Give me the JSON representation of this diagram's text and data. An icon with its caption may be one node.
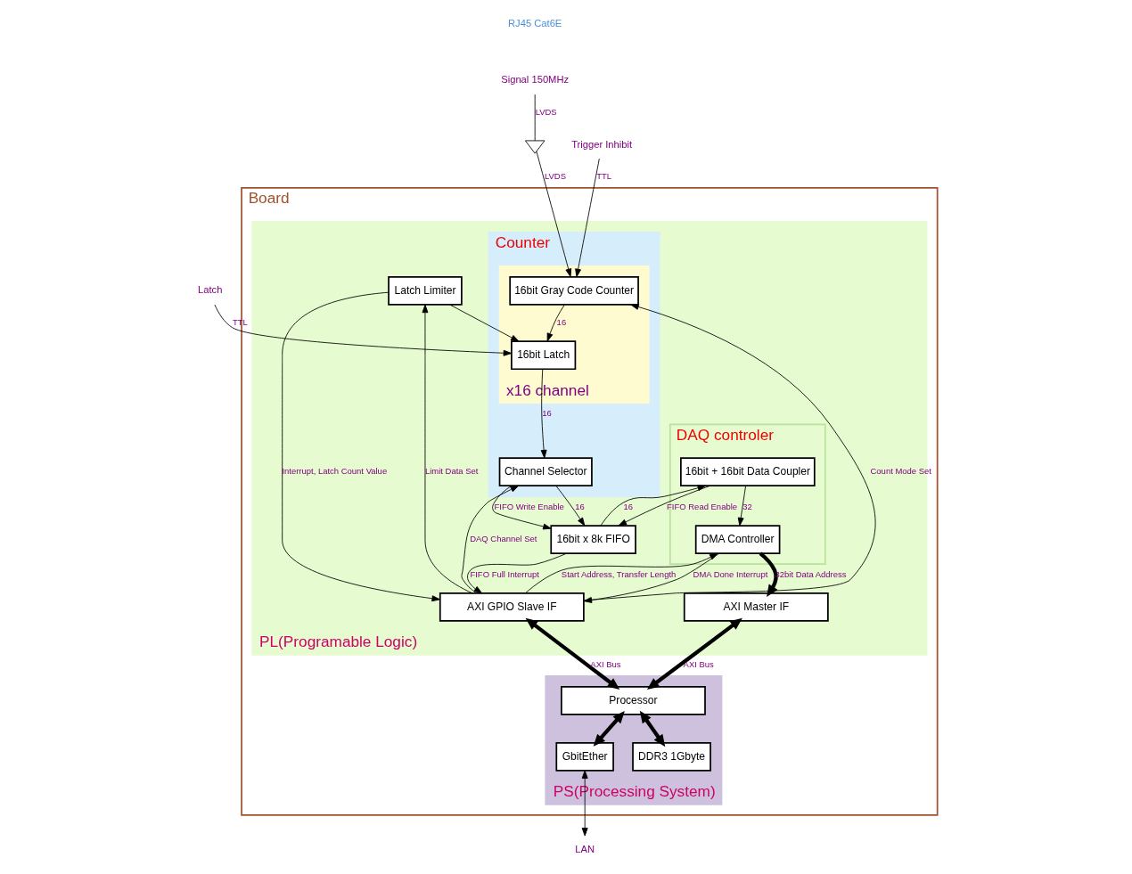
{
  "diagram": {
    "nodes": [
      {
        "text": [
          "Board"
        ]
      },
      {
        "text": [
          "PL(Programable Logic)"
        ],
        "in": 0
      },
      {
        "text": [
          "PS(Processing System)"
        ],
        "in": 0
      },
      {
        "text": [
          "Counter"
        ],
        "in": 1
      },
      {
        "text": [
          "DAQ controler"
        ],
        "in": 1
      },
      {
        "text": [
          "x16 channel"
        ],
        "in": 3
      },
      {
        "text": [
          "16bit Gray Code Counter"
        ],
        "in": 5
      },
      {
        "text": [
          "16bit Latch"
        ],
        "in": 5
      },
      {
        "text": [
          "Channel Selector"
        ],
        "in": 3
      },
      {
        "text": [
          "16bit x 8k FIFO"
        ],
        "in": 1
      },
      {
        "text": [
          "16bit + 16bit Data Coupler"
        ],
        "in": 4
      },
      {
        "text": [
          "DMA Controller"
        ],
        "in": 4
      },
      {
        "text": [
          "Latch Limiter"
        ],
        "in": 1
      },
      {
        "text": [
          "AXI GPIO Slave IF"
        ],
        "in": 1
      },
      {
        "text": [
          "AXI Master IF"
        ],
        "in": 1
      },
      {
        "text": [
          "Processor"
        ],
        "in": 2
      },
      {
        "text": [
          "GbitEther"
        ],
        "in": 2
      },
      {
        "text": [
          "DDR3 1Gbyte"
        ],
        "in": 2
      },
      {
        "text": [
          "LAN"
        ]
      },
      {
        "text": [],
        "shape": "triangle"
      },
      {
        "text": [
          "Signal 150MHz"
        ]
      },
      {
        "text": [
          "Trigger Inhibit"
        ]
      },
      {
        "text": [
          "Latch"
        ]
      }
    ],
    "edges": [
      {
        "from": 20,
        "to": 19,
        "arrow": "none",
        "label": "LVDS"
      },
      {
        "from": 19,
        "to": 6,
        "arrow": "to",
        "label": "LVDS"
      },
      {
        "from": 21,
        "to": 6,
        "arrow": "to",
        "label": "TTL"
      },
      {
        "from": 22,
        "to": 7,
        "arrow": "to",
        "label": "TTL"
      },
      {
        "from": 6,
        "to": 7,
        "arrow": "to",
        "label": "16"
      },
      {
        "from": 7,
        "to": 8,
        "arrow": "to",
        "label": "16"
      },
      {
        "from": 8,
        "to": 9,
        "arrow": "to",
        "label": "16"
      },
      {
        "from": 8,
        "to": 9,
        "arrow": "to",
        "label": "FIFO Write Enable"
      },
      {
        "from": 9,
        "to": 10,
        "arrow": "to",
        "label": "16"
      },
      {
        "from": 10,
        "to": 9,
        "arrow": "to",
        "label": "FIFO Read Enable"
      },
      {
        "from": 10,
        "to": 11,
        "arrow": "to",
        "label": "32"
      },
      {
        "from": 11,
        "to": 14,
        "arrow": "to",
        "label": "32bit Data Address",
        "style": "thick"
      },
      {
        "from": 13,
        "to": 11,
        "arrow": "to",
        "label": "Start Address, Transfer Length"
      },
      {
        "from": 11,
        "to": 13,
        "arrow": "to",
        "label": "DMA Done Interrupt"
      },
      {
        "from": 13,
        "to": 6,
        "arrow": "to",
        "label": "Count Mode Set"
      },
      {
        "from": 13,
        "to": 12,
        "arrow": "to",
        "label": "Limit Data Set"
      },
      {
        "from": 12,
        "to": 13,
        "arrow": "to",
        "label": "Interrupt, Latch Count Value"
      },
      {
        "from": 12,
        "to": 7,
        "arrow": "to"
      },
      {
        "from": 13,
        "to": 8,
        "arrow": "to",
        "label": "DAQ Channel Set"
      },
      {
        "from": 9,
        "to": 13,
        "arrow": "to",
        "label": "FIFO Full Interrupt"
      },
      {
        "from": 13,
        "to": 15,
        "arrow": "both",
        "label": "AXI Bus",
        "style": "thick"
      },
      {
        "from": 14,
        "to": 15,
        "arrow": "both",
        "label": "AXI Bus",
        "style": "thick"
      },
      {
        "from": 15,
        "to": 16,
        "arrow": "both",
        "style": "thick"
      },
      {
        "from": 15,
        "to": 17,
        "arrow": "both",
        "style": "thick"
      },
      {
        "from": 16,
        "to": 18,
        "arrow": "both"
      }
    ],
    "labels": [
      "RJ45 Cat6E"
    ]
  }
}
